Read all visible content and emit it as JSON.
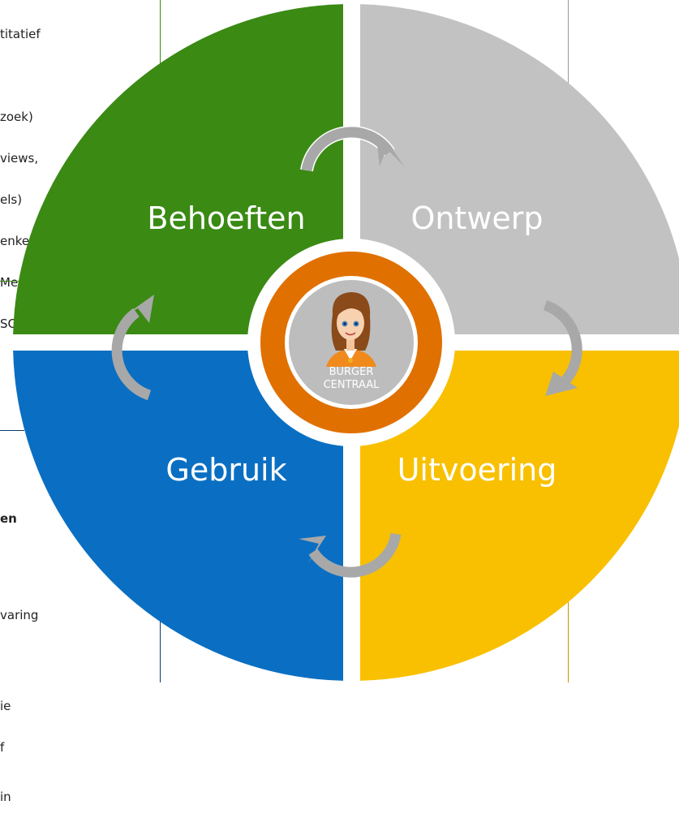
{
  "left_panel": {
    "top_lines": [
      "titatief",
      "",
      "zoek)",
      "views,",
      "els)",
      "enken",
      "Mee)",
      "SC"
    ],
    "bottom_heading": "en",
    "bottom_lines": [
      "",
      "varing",
      "",
      "ie",
      "f",
      "in"
    ]
  },
  "diagram": {
    "quadrants": [
      {
        "label": "Behoeften",
        "color": "#3a8a14"
      },
      {
        "label": "Ontwerp",
        "color": "#c2c2c2"
      },
      {
        "label": "Gebruik",
        "color": "#0a6fc2"
      },
      {
        "label": "Uitvoering",
        "color": "#f8c000"
      }
    ],
    "center": {
      "line1": "BURGER",
      "line2": "CENTRAAL",
      "ring_color": "#e07000",
      "inner_color": "#bdbdbd"
    },
    "arrow_color": "#a8a8a8",
    "icons": [
      "person-icon"
    ]
  }
}
